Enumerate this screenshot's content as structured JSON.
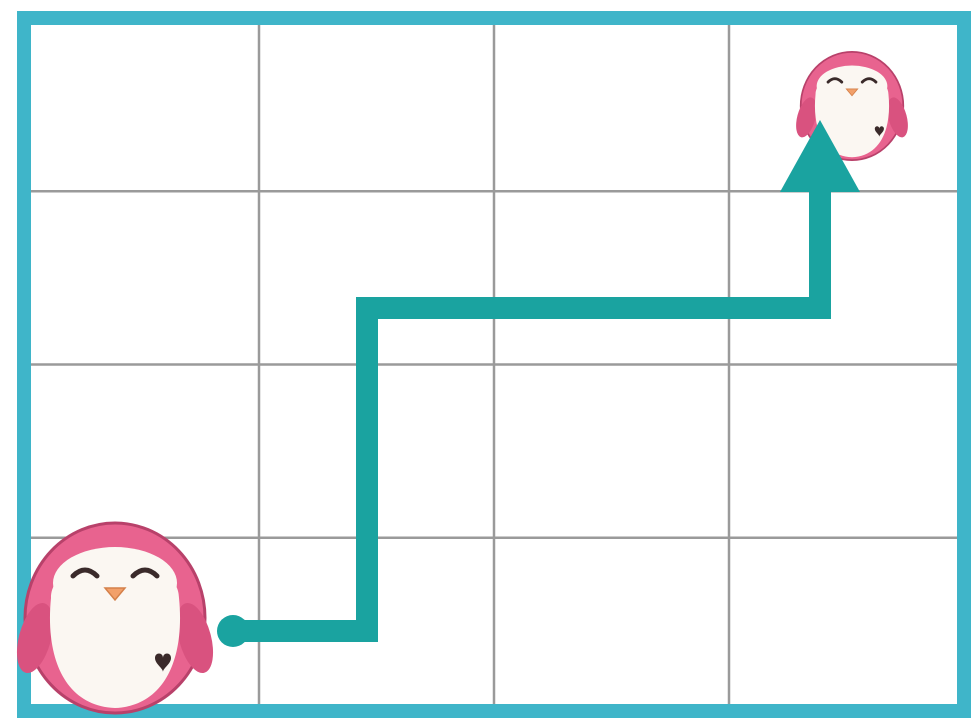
{
  "diagram": {
    "type": "grid-path",
    "rows": 4,
    "columns": 4,
    "frame_color": "#3fb5c9",
    "gridline_color": "#9a9a9a",
    "path_color": "#1aa3a0",
    "start_character": {
      "icon": "pink-penguin-plush-large",
      "cell": {
        "row": 4,
        "column": 1
      }
    },
    "goal_character": {
      "icon": "pink-penguin-plush-small",
      "cell": {
        "row": 1,
        "column": 4
      }
    },
    "path_cells": [
      {
        "row": 4,
        "column": 1
      },
      {
        "row": 4,
        "column": 2
      },
      {
        "row": 3,
        "column": 2
      },
      {
        "row": 2,
        "column": 2
      },
      {
        "row": 2,
        "column": 3
      },
      {
        "row": 2,
        "column": 4
      },
      {
        "row": 1,
        "column": 4
      }
    ],
    "moves": [
      "right",
      "up",
      "up",
      "right",
      "right",
      "up"
    ],
    "penguin_colors": {
      "body": "#e8638f",
      "body_dark": "#c94473",
      "belly": "#fbf7f2",
      "beak": "#f2a06a",
      "eyes": "#3a2a2a"
    }
  }
}
